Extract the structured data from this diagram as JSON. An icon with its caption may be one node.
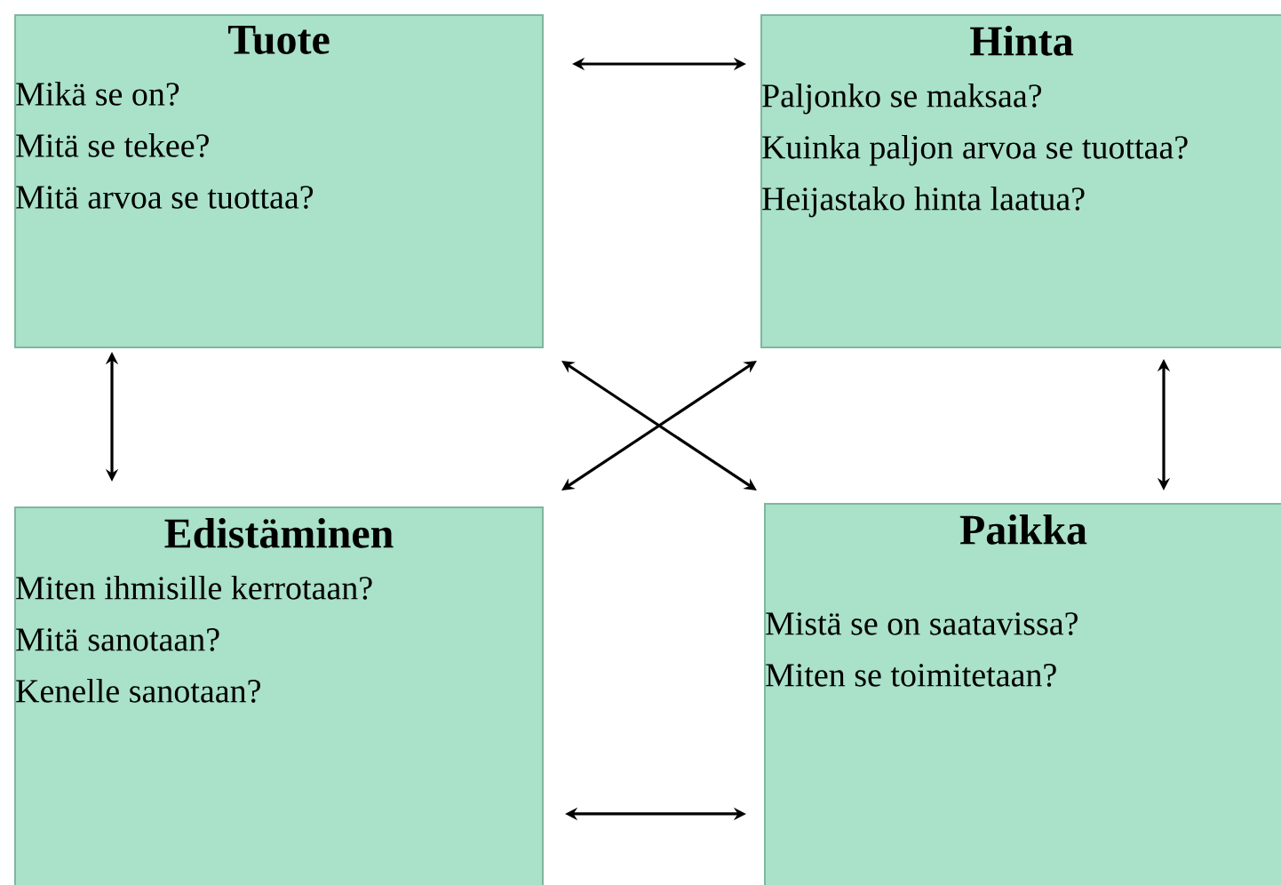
{
  "diagram": {
    "nodes": [
      {
        "text": [
          "Tuote",
          "Mikä se on?",
          "Mitä se tekee?",
          "Mitä arvoa se tuottaa?"
        ]
      },
      {
        "text": [
          "Hinta",
          "Paljonko se maksaa?",
          "Kuinka paljon arvoa se tuottaa?",
          "Heijastako hinta laatua?"
        ]
      },
      {
        "text": [
          "Edistäminen",
          "Miten ihmisille kerrotaan?",
          "Mitä sanotaan?",
          "Kenelle sanotaan?"
        ]
      },
      {
        "text": [
          "Paikka",
          "Mistä se on saatavissa?",
          "Miten se toimitetaan?"
        ]
      }
    ],
    "edges": [
      {
        "from": 0,
        "to": 1,
        "arrow": "both"
      },
      {
        "from": 0,
        "to": 2,
        "arrow": "both"
      },
      {
        "from": 1,
        "to": 3,
        "arrow": "both"
      },
      {
        "from": 0,
        "to": 3,
        "arrow": "both"
      },
      {
        "from": 1,
        "to": 2,
        "arrow": "both"
      },
      {
        "from": 2,
        "to": 3,
        "arrow": "both"
      }
    ]
  }
}
